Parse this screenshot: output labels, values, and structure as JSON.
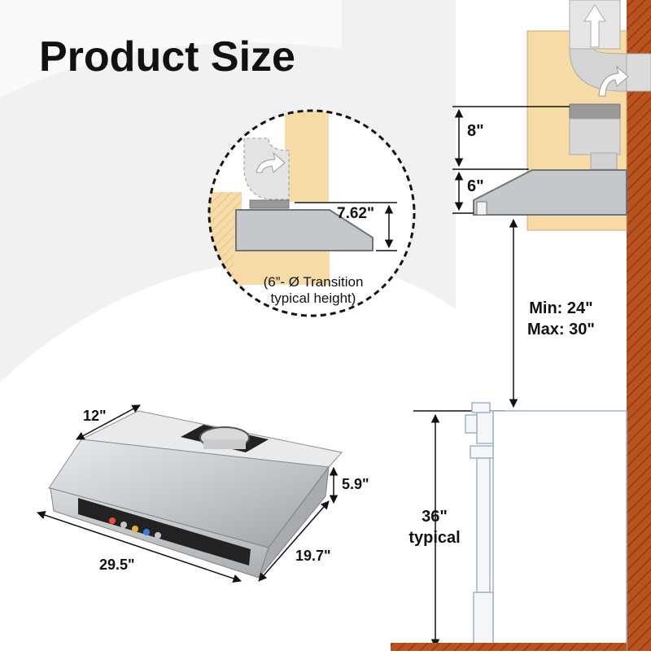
{
  "title": "Product Size",
  "labels": {
    "duct_height": "8\"",
    "hood_height": "6\"",
    "transition_height": "7.62\"",
    "transition_note_line1": "(6”- Ø Transition",
    "transition_note_line2": "typical height)",
    "clearance_min": "Min: 24\"",
    "clearance_max": "Max: 30\"",
    "counter_height_value": "36\"",
    "counter_height_word": "typical",
    "depth": "12\"",
    "front_height": "5.9\"",
    "width": "29.5\"",
    "side_depth": "19.7\""
  },
  "colors": {
    "wall_yellow": "#F7DBA7",
    "brick": "#B9521E",
    "steel": "#BFC3C6",
    "dim_line": "#111111"
  }
}
